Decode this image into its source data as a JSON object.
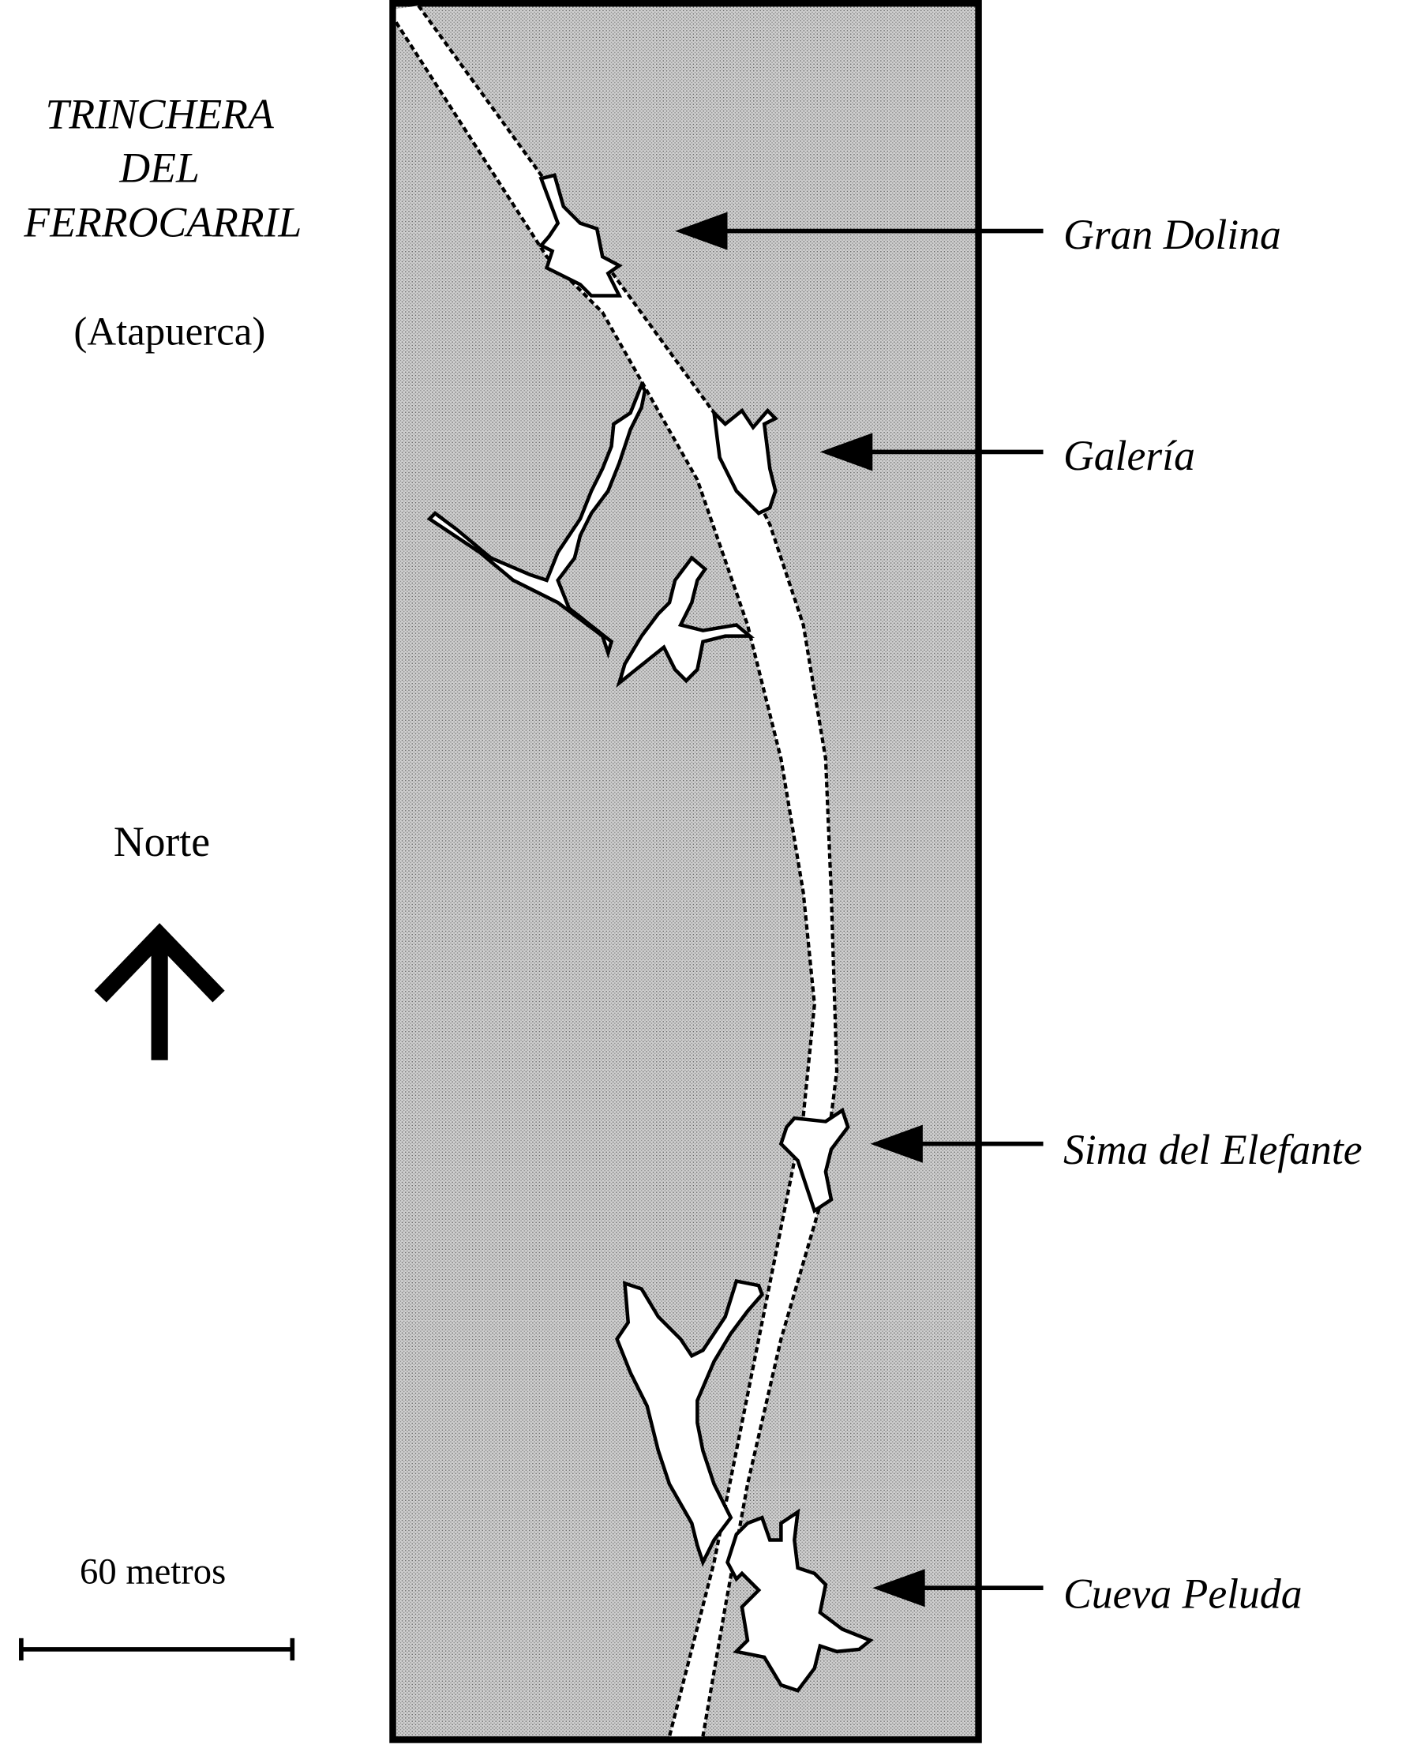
{
  "title": {
    "line1": "TRINCHERA",
    "line2": "DEL",
    "line3": "FERROCARRIL",
    "subtitle": "(Atapuerca)"
  },
  "north": {
    "label": "Norte",
    "icon": "north-arrow-icon"
  },
  "scale": {
    "label": "60 metros"
  },
  "sites": [
    {
      "label": "Gran Dolina"
    },
    {
      "label": "Galería"
    },
    {
      "label": "Sima del Elefante"
    },
    {
      "label": "Cueva Peluda"
    }
  ],
  "colors": {
    "background_fill": "#bdbdbd",
    "outline": "#000000",
    "cave_fill": "#ffffff"
  }
}
